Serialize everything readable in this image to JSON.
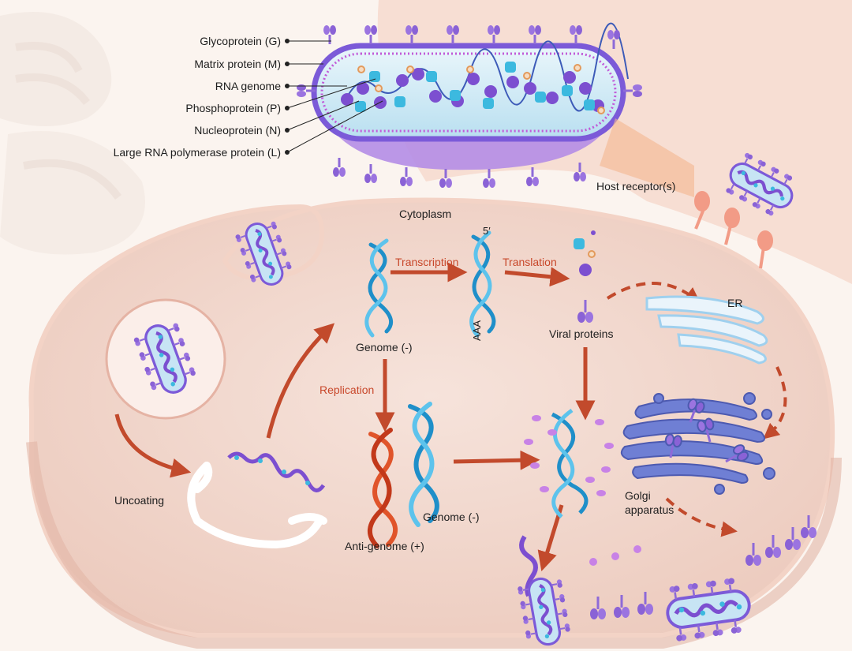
{
  "virion_labels": [
    "Glycoprotein (G)",
    "Matrix protein (M)",
    "RNA genome",
    "Phosphoprotein (P)",
    "Nucleoprotein (N)",
    "Large RNA polymerase protein (L)"
  ],
  "labels": {
    "host_receptor": "Host receptor(s)",
    "cytoplasm": "Cytoplasm",
    "transcription": "Transcription",
    "translation": "Translation",
    "five_prime": "5′",
    "aaa": "AAA",
    "genome_top": "Genome (-)",
    "viral_proteins": "Viral proteins",
    "er": "ER",
    "replication": "Replication",
    "uncoating": "Uncoating",
    "genome_bottom": "Genome (-)",
    "antigenome": "Anti-genome (+)",
    "golgi_line1": "Golgi",
    "golgi_line2": "apparatus"
  },
  "colors": {
    "step_label": "#c8472a",
    "arrow": "#c24a2c",
    "envelope": "#8e6ad8",
    "nucleoprotein": "#7c4fd0",
    "phosphoprotein": "#3cb9df",
    "polymerase": "#f0b27a",
    "genome_neg": "#3aa9e0",
    "antigenome_pos": "#e0542a",
    "golgi": "#6f7fd4",
    "receptor": "#f29b86"
  }
}
